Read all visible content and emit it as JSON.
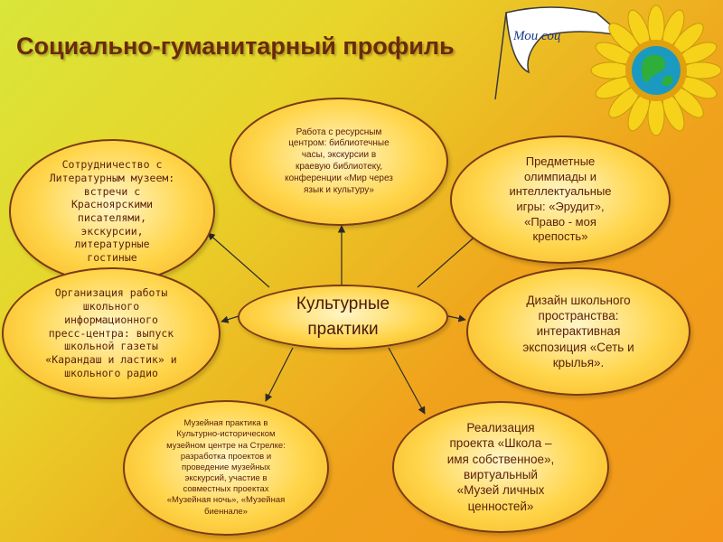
{
  "title": "Социально-гуманитарный профиль",
  "logo_text": "Мои соц",
  "colors": {
    "title": "#6b2a0a",
    "node_border": "#7a3b14",
    "node_text": "#5a1e0a",
    "arrow": "#2a2a2a"
  },
  "center": {
    "label": "Культурные\nпрактики"
  },
  "nodes": {
    "resource_center": "Работа с ресурсным\nцентром: библиотечные\nчасы, экскурсии в\nкраевую библиотеку,\nконференции «Мир через\nязык и культуру»",
    "literary_museum": "Сотрудничество с\nЛитературным музеем:\nвстречи с\nКрасноярскими\nписателями,\nэкскурсии,\nлитературные\nгостиные",
    "olympiads": "Предметные\nолимпиады и\nинтеллектуальные\nигры: «Эрудит»,\n«Право - моя\nкрепость»",
    "press_center": "Организация работы\nшкольного\nинформационного\nпресс-центра: выпуск\nшкольной газеты\n«Карандаш и ластик» и\nшкольного радио",
    "school_design": "Дизайн школьного\nпространства:\nинтерактивная\nэкспозиция «Сеть и\nкрылья».",
    "museum_practice": "Музейная практика в\nКультурно-историческом\nмузейном центре на Стрелке:\nразработка проектов и\nпроведение музейных\nэкскурсий, участие в\nсовместных проектах\n«Музейная ночь», «Музейная\nбиеннале»",
    "school_project": "Реализация\nпроекта «Школа –\nимя собственное»,\nвиртуальный\n«Музей личных\nценностей»"
  }
}
